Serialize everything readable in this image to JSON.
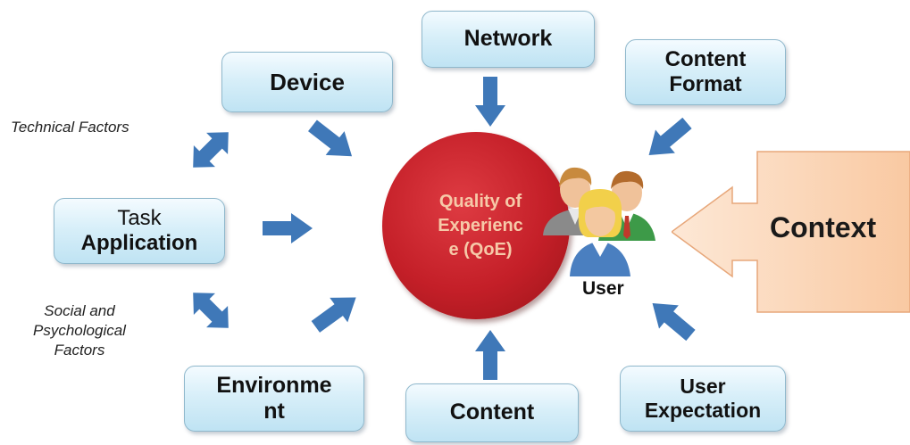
{
  "diagram": {
    "center": {
      "lines": [
        "Quality of",
        "Experienc",
        "e (QoE)"
      ],
      "color": "#c41f28"
    },
    "user_label": "User",
    "context_label": "Context",
    "factors": {
      "network": {
        "lines": [
          "Network"
        ]
      },
      "device": {
        "lines": [
          "Device"
        ]
      },
      "content_format": {
        "lines": [
          "Content",
          "Format"
        ]
      },
      "task_application": {
        "lines": [
          "Task",
          "Application"
        ]
      },
      "environment": {
        "lines": [
          "Environme",
          "nt"
        ]
      },
      "content": {
        "lines": [
          "Content"
        ]
      },
      "user_expectation": {
        "lines": [
          "User",
          "Expectation"
        ]
      }
    },
    "notes": {
      "technical": "Technical Factors",
      "social": [
        "Social and",
        "Psychological",
        "Factors"
      ]
    },
    "colors": {
      "arrow": "#3f78b8",
      "box_border": "#8fb8cc",
      "context_fill": "#fbd3b4",
      "qoe_text": "#f6c9a8"
    },
    "icons": [
      "users-group-icon",
      "context-arrow-shape"
    ]
  }
}
